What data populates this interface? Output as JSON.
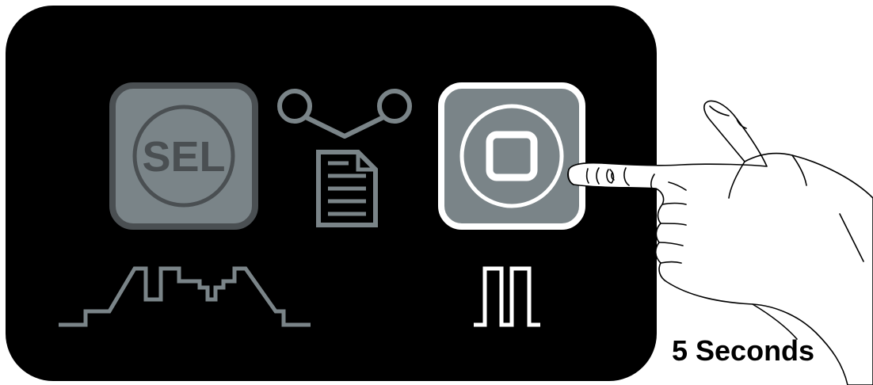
{
  "panel": {
    "background": "#000000"
  },
  "sel_button": {
    "label": "SEL",
    "icon": "sel-button-icon",
    "fill": "#7a8488",
    "border": "#4a4f52",
    "state": "inactive"
  },
  "memory_indicator": {
    "icon": "document-flow-icon",
    "color": "#7a8488"
  },
  "stop_button": {
    "icon": "square-stop-icon",
    "fill": "#7a8488",
    "border": "#ffffff",
    "state": "pressed"
  },
  "weld_profile_icon": {
    "icon": "weld-profile-waveform-icon",
    "color": "#7a8488",
    "state": "inactive"
  },
  "pulse_icon": {
    "icon": "pulse-waveform-icon",
    "color": "#ffffff",
    "state": "active"
  },
  "hand": {
    "icon": "pointing-hand-icon"
  },
  "instruction": {
    "duration": "5 Seconds"
  }
}
